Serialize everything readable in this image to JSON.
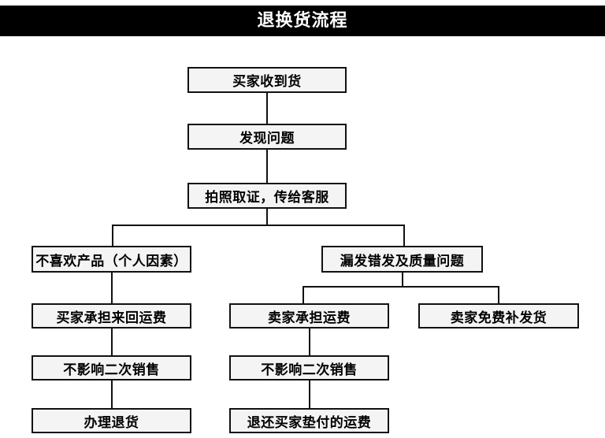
{
  "title": {
    "text": "退换货流程"
  },
  "flowchart": {
    "nodes": [
      {
        "id": "received",
        "label": "买家收到货"
      },
      {
        "id": "found-problem",
        "label": "发现问题"
      },
      {
        "id": "photo-evidence",
        "label": "拍照取证，传给客服"
      },
      {
        "id": "dislike-product",
        "label": "不喜欢产品（个人因素）"
      },
      {
        "id": "quality-issue",
        "label": "漏发错发及质量问题"
      },
      {
        "id": "buyer-pays",
        "label": "买家承担来回运费"
      },
      {
        "id": "seller-pays",
        "label": "卖家承担运费"
      },
      {
        "id": "seller-reship",
        "label": "卖家免费补发货"
      },
      {
        "id": "resale-left",
        "label": "不影响二次销售"
      },
      {
        "id": "resale-middle",
        "label": "不影响二次销售"
      },
      {
        "id": "process-return",
        "label": "办理退货"
      },
      {
        "id": "refund-shipping",
        "label": "退还买家垫付的运费"
      }
    ],
    "colors": {
      "banner_background": "#000000",
      "banner_text": "#ffffff",
      "node_border": "#111111",
      "node_fill": "#f4f4f4",
      "node_text": "#000000",
      "connector": "#111111"
    }
  }
}
